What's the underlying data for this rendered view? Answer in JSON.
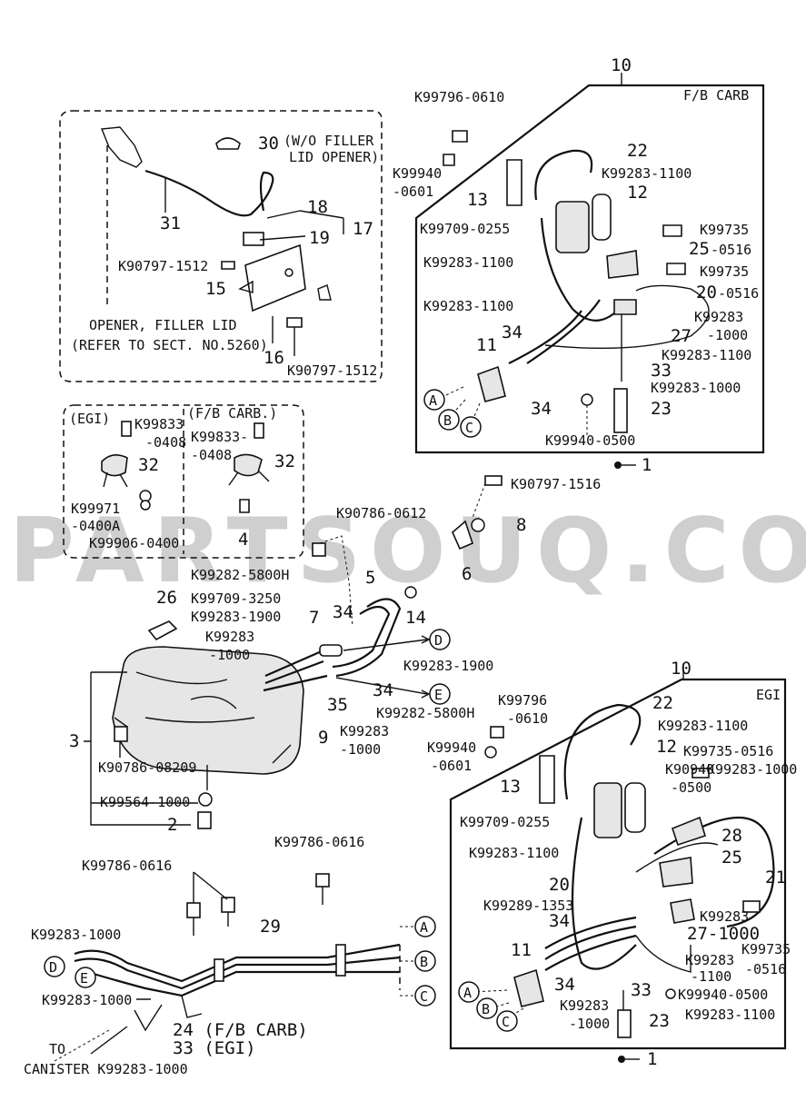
{
  "watermark": "PARTSOUQ.COM",
  "header_section_fb_carb": "F/B CARB",
  "header_section_egi": "EGI",
  "filler_lid_box": {
    "part_30_label": "30",
    "part_30_note_line1": "(W/O FILLER",
    "part_30_note_line2": "LID OPENER)",
    "part_31": "31",
    "part_18": "18",
    "part_17": "17",
    "part_19": "19",
    "part_15": "15",
    "part_16": "16",
    "bolt_upper": "K90797-1512",
    "bolt_lower": "K90797-1512",
    "opener_line1": "OPENER, FILLER LID",
    "opener_line2": "(REFER TO SECT. NO.5260)"
  },
  "sender_box": {
    "egi_title": "(EGI)",
    "fb_title": "(F/B CARB.)",
    "egi_bolt_a": "K99833",
    "egi_bolt_b": "-0408",
    "fb_bolt_a": "K99833-",
    "fb_bolt_b": "-0408",
    "part_32_egi": "32",
    "part_32_fb": "32",
    "part_4": "4",
    "k99971_a": "K99971",
    "k99971_b": "-0400A",
    "k99906": "K99906-0400"
  },
  "fb_carb_box": {
    "part_10": "10",
    "k99796": "K99796-0610",
    "k99940_a": "K99940",
    "k99940_b": "-0601",
    "part_13": "13",
    "part_22": "22",
    "k99283_1100_a": "K99283-1100",
    "part_12": "12",
    "k99709": "K99709-0255",
    "k99735_a": "K99735",
    "part_25": "25",
    "k99735_a2": "-0516",
    "k99283_1100_b": "K99283-1100",
    "k99735_b": "K99735",
    "part_20": "20",
    "k99735_b2": "-0516",
    "k99283_1100_c": "K99283-1100",
    "k99283_1000_a": "K99283",
    "k99283_1000_a2": "-1000",
    "part_34a": "34",
    "part_27": "27",
    "k99283_1100_d": "K99283-1100",
    "part_11": "11",
    "part_33": "33",
    "k99283_1000_b": "K99283-1000",
    "part_34b": "34",
    "part_23": "23",
    "k99940_0500": "K99940-0500",
    "circle_a": "A",
    "circle_b": "B",
    "circle_c": "C",
    "part_1": "1"
  },
  "tank_area": {
    "k90797_1516": "K90797-1516",
    "part_8": "8",
    "part_6": "6",
    "k90786_0612": "K90786-0612",
    "k99282_5800h_a": "K99282-5800H",
    "part_5": "5",
    "part_26": "26",
    "k99709_3250": "K99709-3250",
    "k99283_1900_a": "K99283-1900",
    "part_7": "7",
    "part_34": "34",
    "part_14": "14",
    "k99283_1000_a": "K99283",
    "k99283_1000_a2": "-1000",
    "circle_d": "D",
    "k99283_1900_b": "K99283-1900",
    "part_34_e": "34",
    "circle_e": "E",
    "part_35": "35",
    "k99282_5800h_b": "K99282-5800H",
    "part_3": "3",
    "part_9": "9",
    "k99283_1000_b": "K99283",
    "k99283_1000_b2": "-1000",
    "k90786_08209": "K90786-08209",
    "k99564": "K99564-1000",
    "part_2": "2"
  },
  "pipe_area": {
    "k99786_0616_a": "K99786-0616",
    "k99786_0616_b": "K99786-0616",
    "part_29": "29",
    "k99283_1000_a": "K99283-1000",
    "circle_d": "D",
    "circle_e": "E",
    "circle_a": "A",
    "circle_b": "B",
    "circle_c": "C",
    "k99283_1000_b": "K99283-1000",
    "part_24": "24 (F/B CARB)",
    "part_33": "33 (EGI)",
    "to_label": "TO",
    "canister_label": "CANISTER K99283-1000"
  },
  "egi_box": {
    "part_10": "10",
    "k99796_a": "K99796",
    "k99796_b": "-0610",
    "part_22": "22",
    "k99283_1100_a": "K99283-1100",
    "k99940_a": "K99940",
    "k99940_b": "-0601",
    "part_12": "12",
    "k99735": "K99735-0516",
    "k90940_a": "K90940",
    "k90940_b": "-0500",
    "k99283_1000_a": "K99283-1000",
    "part_13": "13",
    "k99709": "K99709-0255",
    "part_28": "28",
    "k99283_1100_b": "K99283-1100",
    "part_25": "25",
    "part_20": "20",
    "part_21": "21",
    "k99289": "K99289-1353",
    "k99283_1000_b": "K99283",
    "part_34": "34",
    "part_27": "27-1000",
    "k99735_b": "K99735",
    "k99735_b2": "-0516",
    "k99283_1100_c": "K99283",
    "k99283_1100_c2": "-1100",
    "part_11": "11",
    "part_34b": "34",
    "part_33": "33",
    "k99940_0500": "K99940-0500",
    "k99283_1000_c": "K99283",
    "k99283_1000_c2": "-1000",
    "part_23": "23",
    "k99283_1100_d": "K99283-1100",
    "circle_a": "A",
    "circle_b": "B",
    "circle_c": "C",
    "part_1": "1"
  }
}
